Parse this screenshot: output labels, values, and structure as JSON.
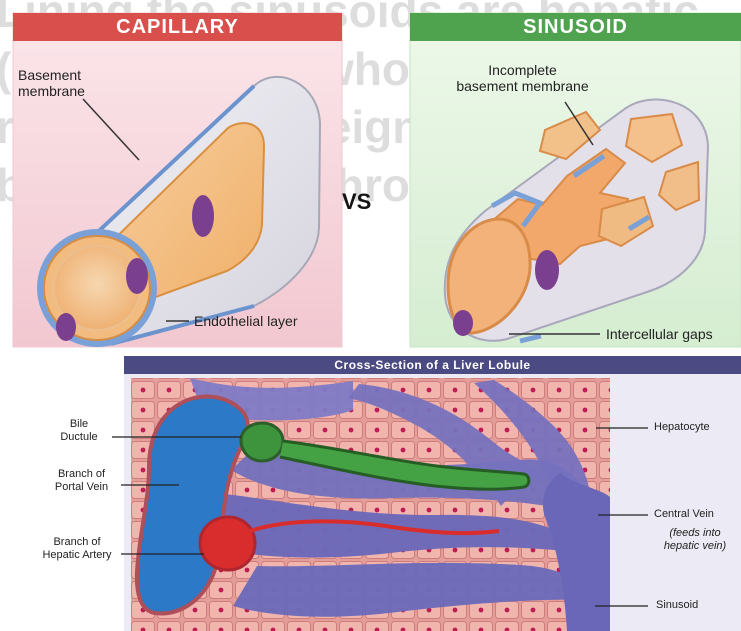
{
  "background_text": {
    "line1": "Lining the sinusoids are hepatic",
    "line2": "(Kupffer cells) whose function is to",
    "line3": "remove any foreign particles present in",
    "line4": "blood passing through the liver."
  },
  "top_left_panel": {
    "title": "CAPILLARY",
    "label_basement": "Basement\nmembrane",
    "label_endothelial": "Endothelial layer",
    "title_color": "#d9534f"
  },
  "top_right_panel": {
    "title": "SINUSOID",
    "label_incomplete": "Incomplete\nbasement membrane",
    "label_intercellular": "Intercellular gaps",
    "title_color": "#4ea34f"
  },
  "vs_label": "VS",
  "lobule_panel": {
    "title": "Cross-Section of a Liver Lobule",
    "labels": {
      "bile_ductule": "Bile\nDuctule",
      "portal_vein": "Branch of\nPortal Vein",
      "hepatic_artery": "Branch of\nHepatic Artery",
      "hepatocyte": "Hepatocyte",
      "central_vein": "Central Vein",
      "central_vein_note": "(feeds into\nhepatic vein)",
      "sinusoid": "Sinusoid"
    }
  },
  "colors": {
    "capillary_bg": "#f6d4da",
    "sinusoid_bg": "#d7f0d0",
    "vessel_wall": "#f1be86",
    "membrane": "#7aa1d7",
    "nucleus": "#7a3f8e",
    "lobule_bg": "#6a6ab5",
    "cell_fill": "#f3b4aa",
    "bile": "#3a8e3a",
    "portal": "#2a75c7",
    "artery": "#d92d2d"
  }
}
